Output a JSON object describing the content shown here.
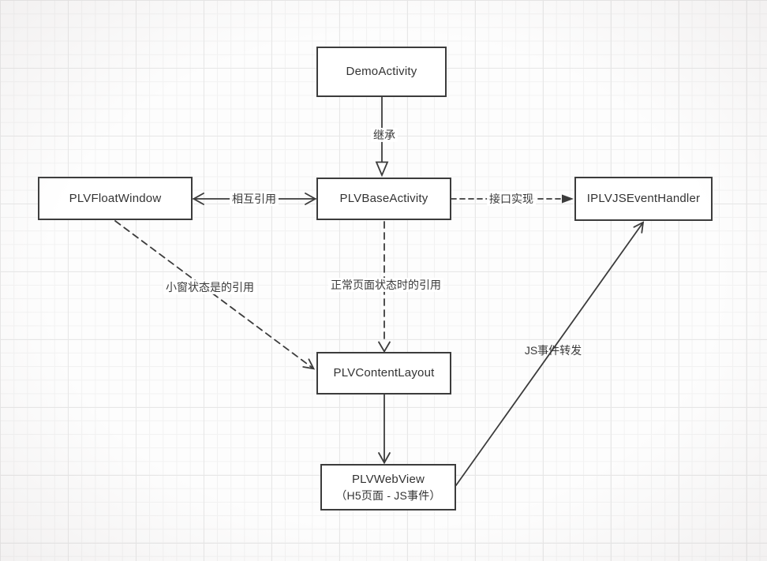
{
  "diagram": {
    "colors": {
      "stroke": "#3c3c3c",
      "node_fill": "#ffffff",
      "text": "#333333",
      "grid_minor": "#f2f2f2",
      "grid_major": "#e7e7e7"
    },
    "nodes": [
      {
        "id": "demo",
        "label": "DemoActivity"
      },
      {
        "id": "floatwindow",
        "label": "PLVFloatWindow"
      },
      {
        "id": "base",
        "label": "PLVBaseActivity"
      },
      {
        "id": "handler",
        "label": "IPLVJSEventHandler"
      },
      {
        "id": "content",
        "label": "PLVContentLayout"
      },
      {
        "id": "webview",
        "label": "PLVWebView",
        "label2": "（H5页面 - JS事件）"
      }
    ],
    "edges": [
      {
        "from": "demo",
        "to": "base",
        "label": "继承",
        "line": "solid",
        "arrow": "hollow-triangle"
      },
      {
        "from": "floatwindow",
        "to": "base",
        "label": "相互引用",
        "line": "solid",
        "arrow": "open-both"
      },
      {
        "from": "base",
        "to": "handler",
        "label": "接口实现",
        "line": "dashed",
        "arrow": "filled-triangle"
      },
      {
        "from": "floatwindow",
        "to": "content",
        "label": "小窗状态是的引用",
        "line": "dashed",
        "arrow": "open"
      },
      {
        "from": "base",
        "to": "content",
        "label": "正常页面状态时的引用",
        "line": "dashed",
        "arrow": "open"
      },
      {
        "from": "webview",
        "to": "handler",
        "label": "JS事件转发",
        "line": "solid",
        "arrow": "open"
      },
      {
        "from": "content",
        "to": "webview",
        "label": "",
        "line": "solid",
        "arrow": "open"
      }
    ]
  }
}
